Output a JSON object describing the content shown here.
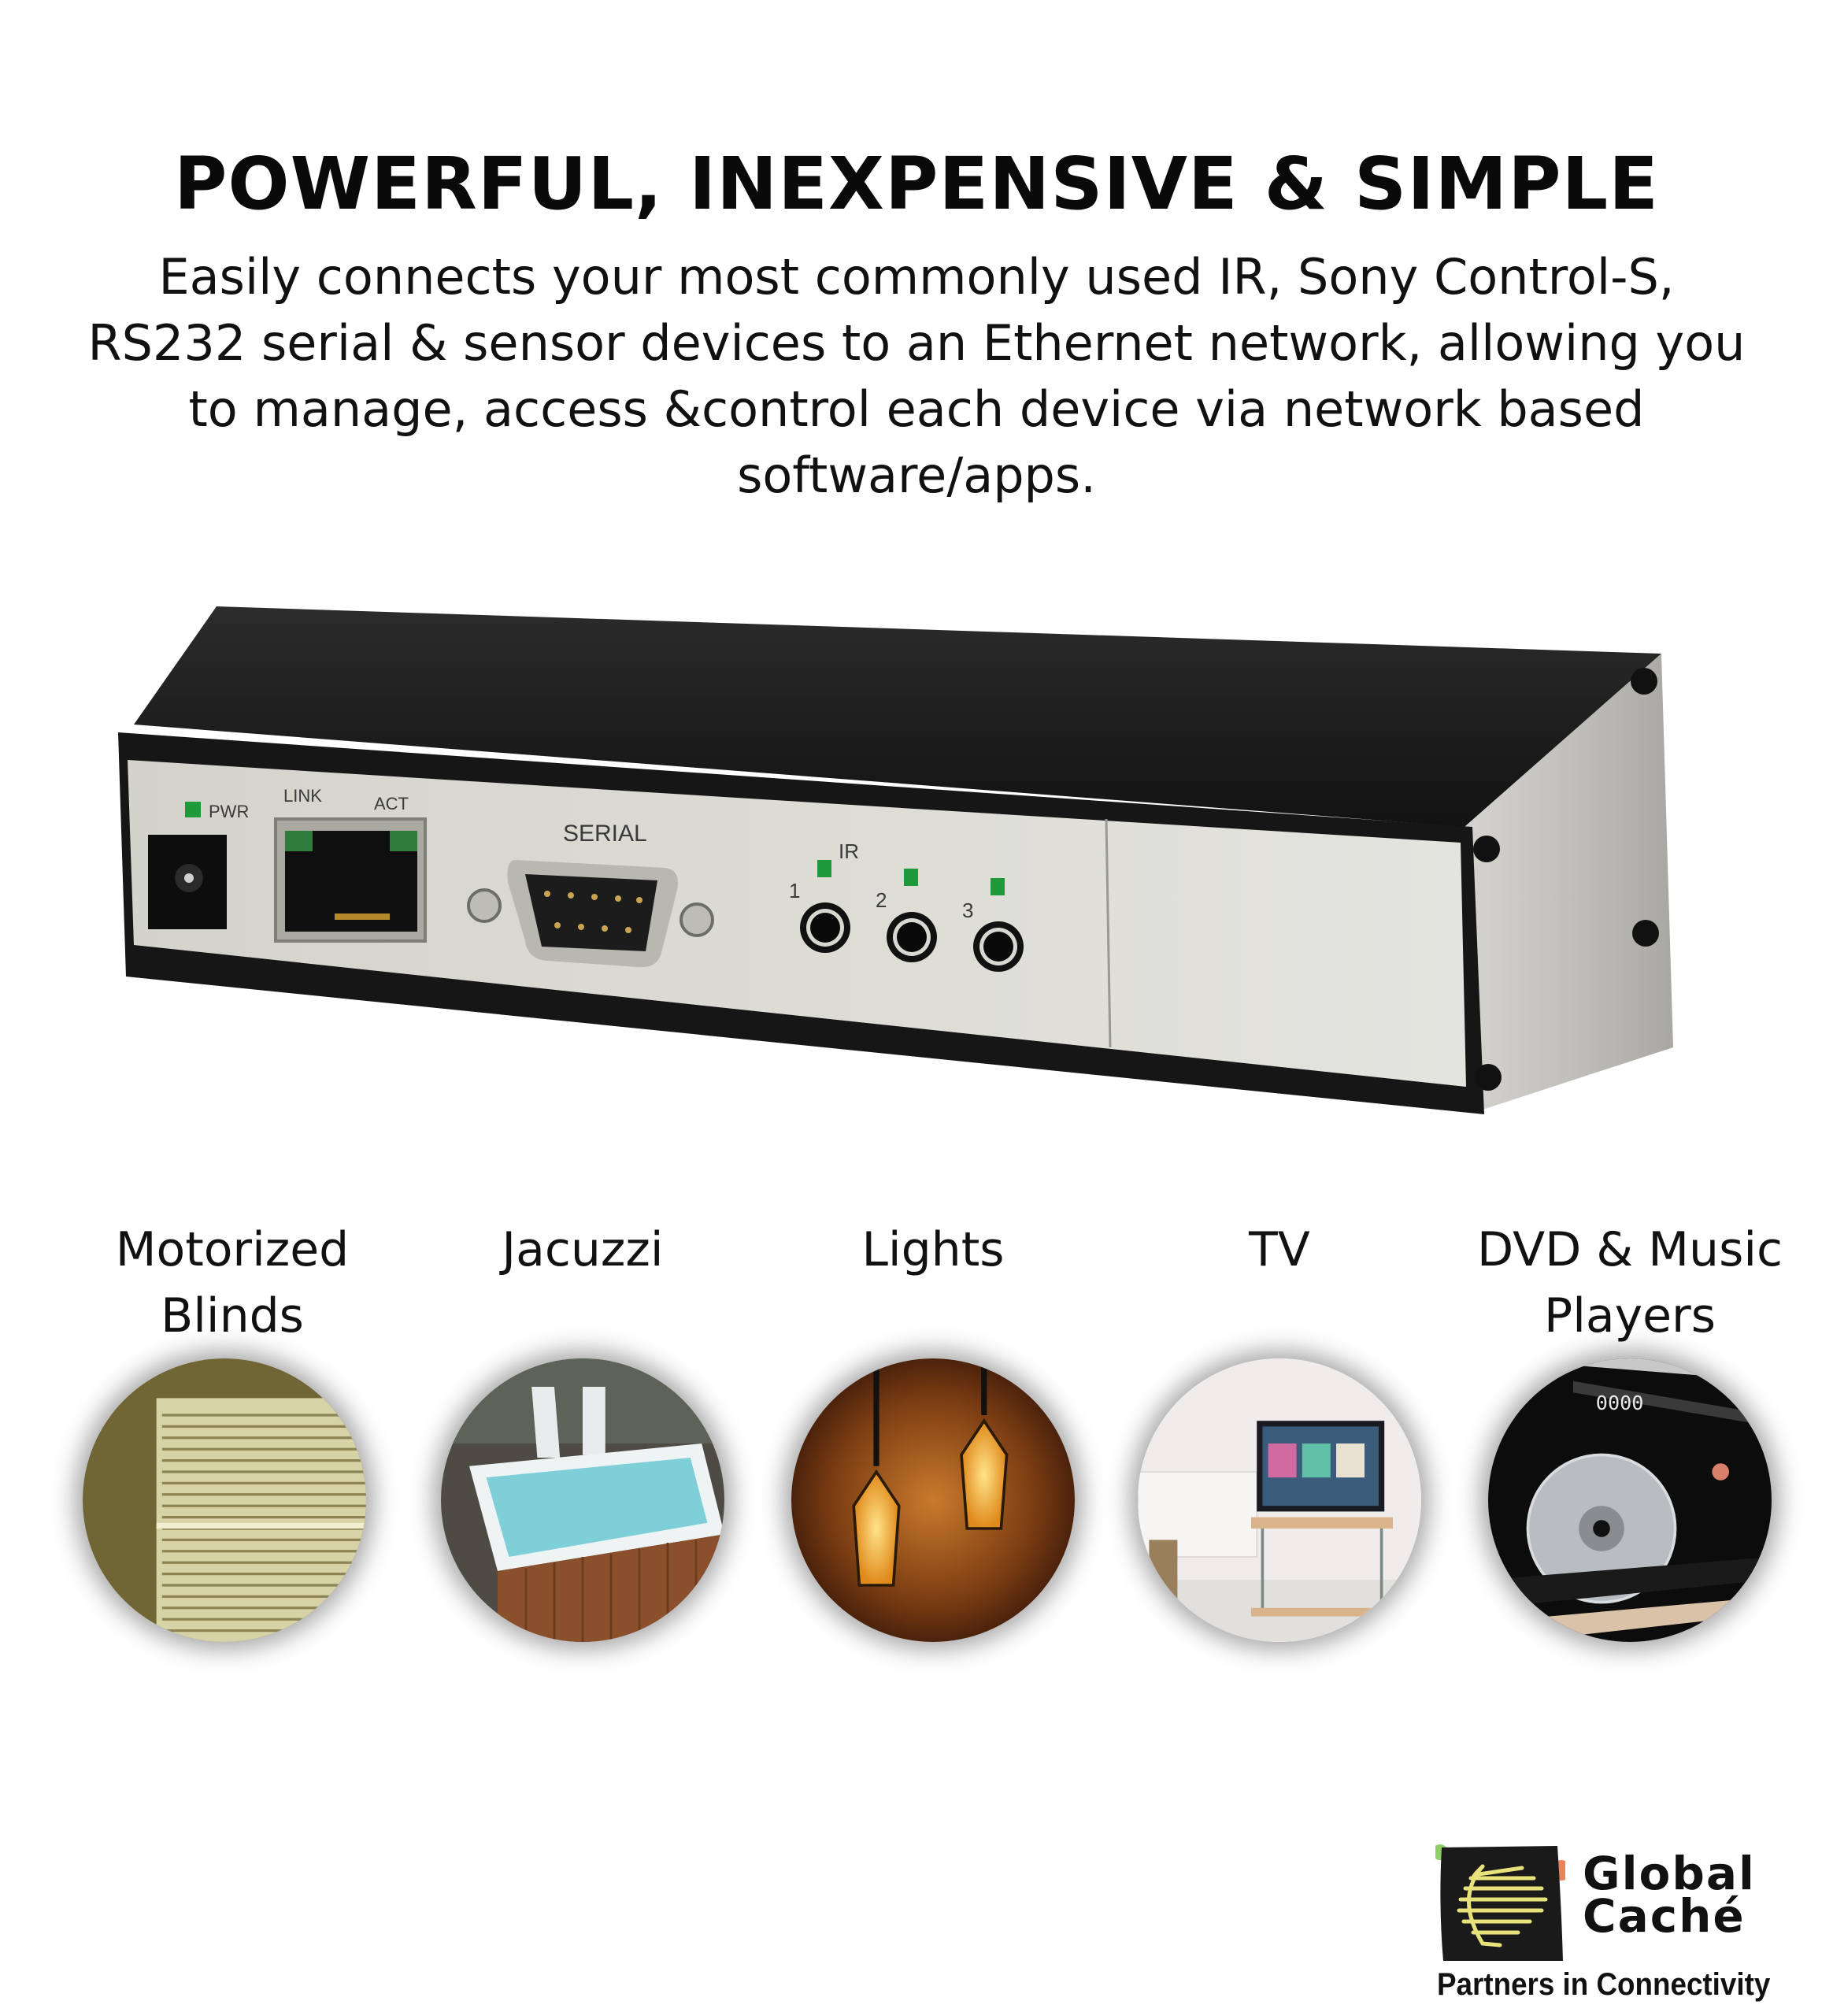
{
  "headline": "POWERFUL, INEXPENSIVE & SIMPLE",
  "description": {
    "lines": [
      "Easily connects your most commonly used IR, Sony Control-S,",
      "RS232 serial & sensor devices to an Ethernet network, allowing you",
      "to manage, access &control each device via network based",
      "software/apps."
    ]
  },
  "device": {
    "labels": {
      "power": "PWR",
      "link": "LINK",
      "act": "ACT",
      "serial": "SERIAL",
      "ir": "IR",
      "port1": "1",
      "port2": "2",
      "port3": "3"
    },
    "colors": {
      "chassis": "#1b1b1b",
      "panel": "#dcdcd4",
      "led": "#1f9a3a",
      "side": "#c9c7c2"
    }
  },
  "categories": [
    {
      "lines": [
        "Motorized",
        "Blinds"
      ],
      "image": "window-blinds"
    },
    {
      "lines": [
        "Jacuzzi"
      ],
      "image": "hot-tub"
    },
    {
      "lines": [
        "Lights"
      ],
      "image": "pendant-lights"
    },
    {
      "lines": [
        "TV"
      ],
      "image": "living-room-tv"
    },
    {
      "lines": [
        "DVD & Music",
        "Players"
      ],
      "image": "disc-player"
    }
  ],
  "logo": {
    "name_line1": "Global",
    "name_line2": "Caché",
    "tagline": "Partners in Connectivity",
    "colors": {
      "mark_bg": "#1a1a1a",
      "mark_lines": "#e8e27a",
      "accent_green": "#8fcf6a",
      "accent_orange": "#e9855a"
    }
  }
}
